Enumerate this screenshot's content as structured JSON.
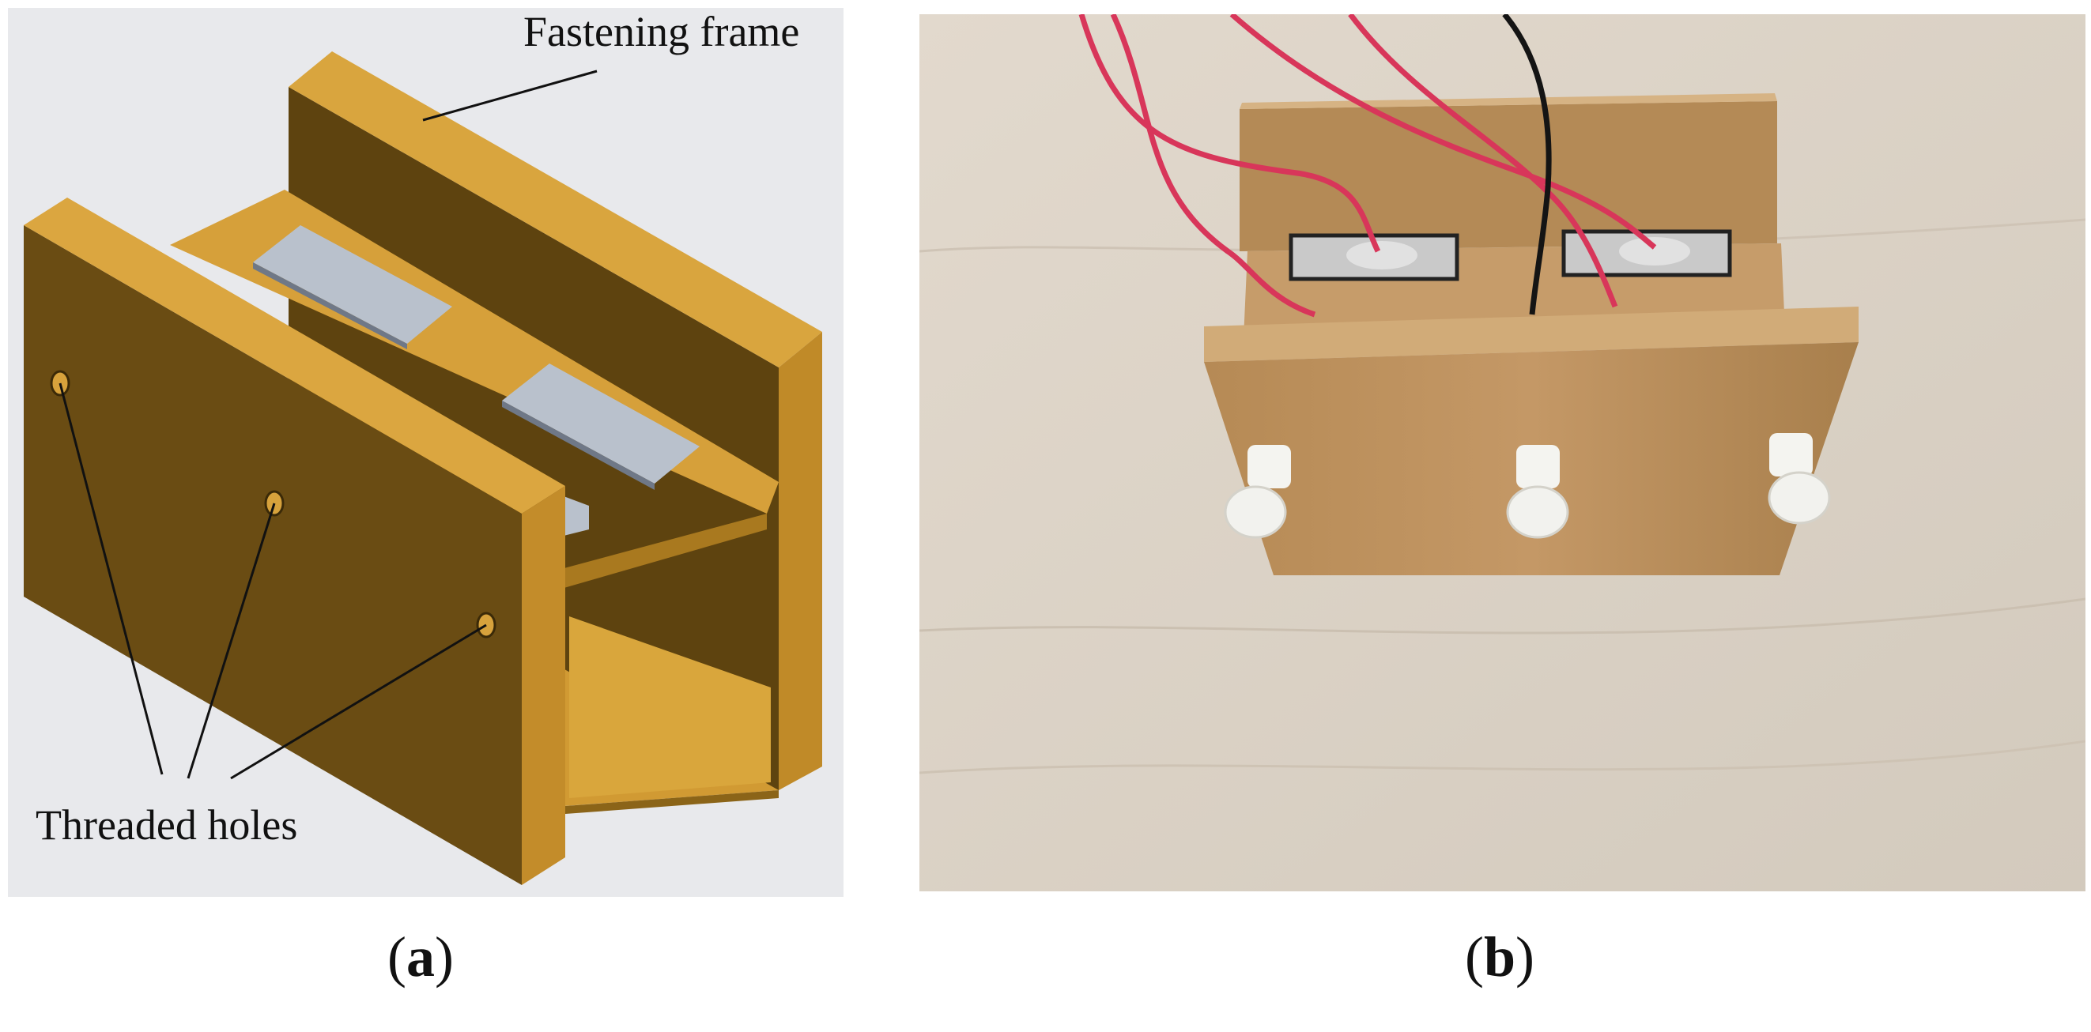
{
  "panel_a": {
    "label_fastening_frame": "Fastening frame",
    "label_threaded_holes": "Threaded holes",
    "colors": {
      "background": "#e8e9ec",
      "frame_side": "#6a4c13",
      "frame_top": "#d8a23a",
      "frame_inner": "#9a6f1f",
      "pad": "#b9c1cc"
    }
  },
  "panel_b": {
    "colors": {
      "wood": "#ddd5c9",
      "brass": "#b98f57",
      "wire_red": "#d8365a",
      "wire_black": "#141414",
      "nylon_screw": "#f2f2ef"
    }
  },
  "captions": {
    "a": {
      "open": "(",
      "letter": "a",
      "close": ")"
    },
    "b": {
      "open": "(",
      "letter": "b",
      "close": ")"
    }
  }
}
